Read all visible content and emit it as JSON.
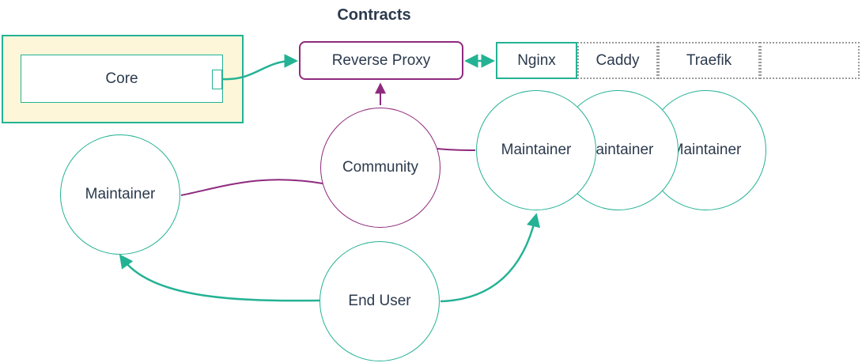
{
  "diagram": {
    "title": "Contracts",
    "cluster": {
      "core_label": "Core"
    },
    "reverse_proxy_label": "Reverse Proxy",
    "proxy_options": [
      "Nginx",
      "Caddy",
      "Traefik",
      ""
    ],
    "actors": {
      "community": "Community",
      "maintainer_left": "Maintainer",
      "maintainer_group": [
        "Maintainer",
        "Maintainer",
        "Maintainer"
      ],
      "end_user": "End User"
    },
    "edges": [
      {
        "from": "Core",
        "to": "Reverse Proxy",
        "color": "teal",
        "arrow": "end"
      },
      {
        "from": "Reverse Proxy",
        "to": "Nginx",
        "color": "teal",
        "arrow": "both"
      },
      {
        "from": "Community",
        "to": "Reverse Proxy",
        "color": "purple",
        "arrow": "end"
      },
      {
        "from": "Community",
        "to": "Maintainer (right group)",
        "color": "purple",
        "arrow": "none"
      },
      {
        "from": "Community",
        "to": "Maintainer (left)",
        "color": "purple",
        "arrow": "none"
      },
      {
        "from": "End User",
        "to": "Maintainer (left)",
        "color": "teal",
        "arrow": "end"
      },
      {
        "from": "End User",
        "to": "Maintainer (right group)",
        "color": "teal",
        "arrow": "end"
      }
    ],
    "colors": {
      "teal": "#24b294",
      "purple": "#8e2a7e",
      "text": "#2b3a4d",
      "cluster_fill": "#fdf6d8",
      "dotted": "#9a9a9a"
    }
  }
}
